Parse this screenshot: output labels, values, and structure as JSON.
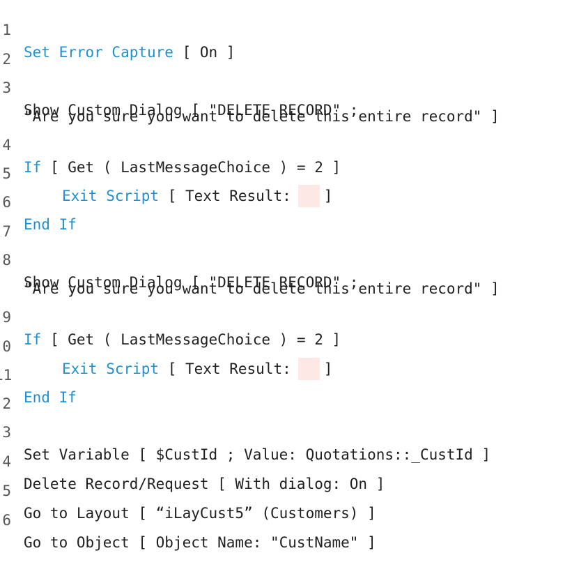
{
  "script": {
    "lines": [
      {
        "num": "1",
        "kw": "Set Error Capture",
        "rest": " [ On ]"
      },
      {
        "num": "2"
      },
      {
        "num": "3",
        "kw": "",
        "rest": "Show Custom Dialog [ \"DELETE RECORD\" ;"
      },
      {
        "num": "",
        "rest": "\"Are you sure you want to delete this entire record\" ]"
      },
      {
        "num": "4",
        "kw": "If",
        "rest": " [ Get ( LastMessageChoice ) = 2 ]"
      },
      {
        "num": "5",
        "kw": "Exit Script",
        "rest": " [ Text Result:",
        "close": "]"
      },
      {
        "num": "6",
        "kw": "End If"
      },
      {
        "num": "7"
      },
      {
        "num": "8",
        "rest": "Show Custom Dialog [ \"DELETE RECORD\" ;"
      },
      {
        "num": "",
        "rest": "\"Are you sure you want to delete this entire record\" ]"
      },
      {
        "num": "9",
        "kw": "If",
        "rest": " [ Get ( LastMessageChoice ) = 2 ]"
      },
      {
        "num": "0",
        "kw": "Exit Script",
        "rest": " [ Text Result:",
        "close": "]"
      },
      {
        "num": "11",
        "kw": "End If"
      },
      {
        "num": "2"
      },
      {
        "num": "3",
        "rest": "Set Variable [ $CustId ; Value: Quotations::_CustId ]"
      },
      {
        "num": "4",
        "rest": "Delete Record/Request [ With dialog: On ]"
      },
      {
        "num": "5",
        "rest": "Go to Layout [ “iLayCust5” (Customers) ]"
      },
      {
        "num": "6",
        "rest": "Go to Object [ Object Name: \"CustName\" ]"
      }
    ]
  },
  "colors": {
    "keyword": "#1e90d8",
    "text": "#1f1f1f",
    "line_number": "#555555",
    "empty_field": "#fde8e6"
  }
}
